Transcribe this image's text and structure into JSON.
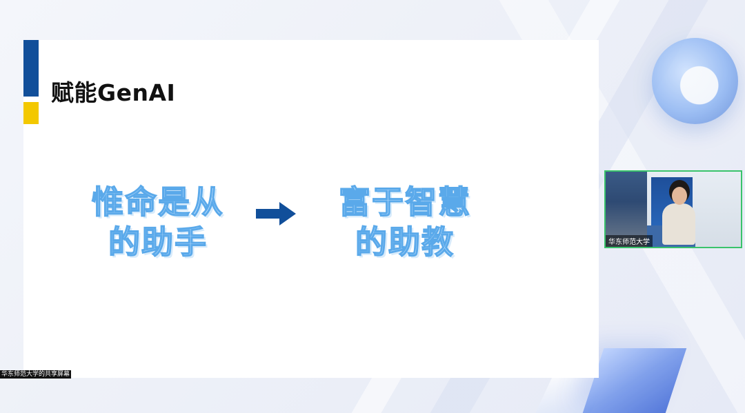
{
  "slide": {
    "title": "赋能GenAI",
    "left_phrase": [
      "惟命是从",
      "的助手"
    ],
    "right_phrase": [
      "富于智慧",
      "的助教"
    ],
    "colors": {
      "bar_blue": "#114f9a",
      "bar_yellow": "#f3c800",
      "arrow": "#114f9a",
      "text_fill": "#bfe0ff",
      "text_stroke": "#5aa9ea"
    }
  },
  "webcam": {
    "name_label": "华东师范大学",
    "banner_text": "华东师范大学"
  },
  "screen_share": {
    "label": "华东师范大学的共享屏幕"
  },
  "icons": {
    "arrow": "right-arrow-icon"
  }
}
